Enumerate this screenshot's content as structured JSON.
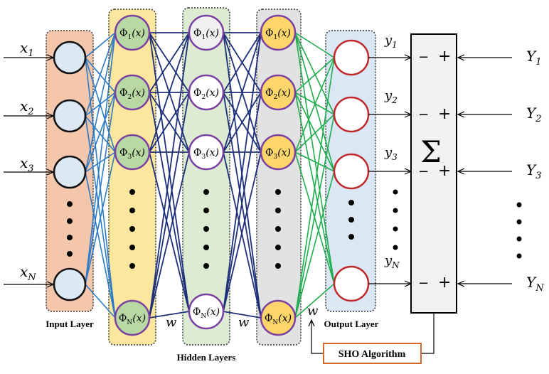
{
  "colors": {
    "input_layer_fill": "#f4c7ad",
    "hidden1_fill": "#fde79e",
    "hidden2_fill": "#dcebd2",
    "hidden3_fill": "#e2e2e2",
    "output_layer_fill": "#dbe7f4",
    "input_node_fill": "#dce8f4",
    "hidden1_node_fill": "#b9d9a4",
    "hidden2_node_fill": "#f0f0f0",
    "hidden3_node_fill": "#fcd56b",
    "node_stroke_purple": "#7a3fa0",
    "output_node_stroke": "#c0292b",
    "edges_input": "#2b7ac7",
    "edges_hidden": "#1d2f7a",
    "edges_output": "#1fae4e",
    "sho_box_stroke": "#d46a2a"
  },
  "inputs": [
    "x",
    "x",
    "x",
    "x"
  ],
  "input_subscripts": [
    "1",
    "2",
    "3",
    "N"
  ],
  "hidden_nodes": [
    "Φ",
    "Φ",
    "Φ",
    "Φ"
  ],
  "hidden_subscripts": [
    "1",
    "2",
    "3",
    "N"
  ],
  "hidden_arg": "(x)",
  "outputs": [
    "y",
    "y",
    "y",
    "y"
  ],
  "output_subscripts": [
    "1",
    "2",
    "3",
    "N"
  ],
  "targets": [
    "Y",
    "Y",
    "Y",
    "Y"
  ],
  "target_subscripts": [
    "1",
    "2",
    "3",
    "N"
  ],
  "weight_labels": [
    "w",
    "w",
    "w"
  ],
  "sum_symbol": "Σ",
  "sum_signs": {
    "minus": "−",
    "plus": "+"
  },
  "labels": {
    "input_layer": "Input Layer",
    "hidden_layers": "Hidden Layers",
    "output_layer": "Output Layer",
    "sho_algorithm": "SHO Algorithm"
  }
}
